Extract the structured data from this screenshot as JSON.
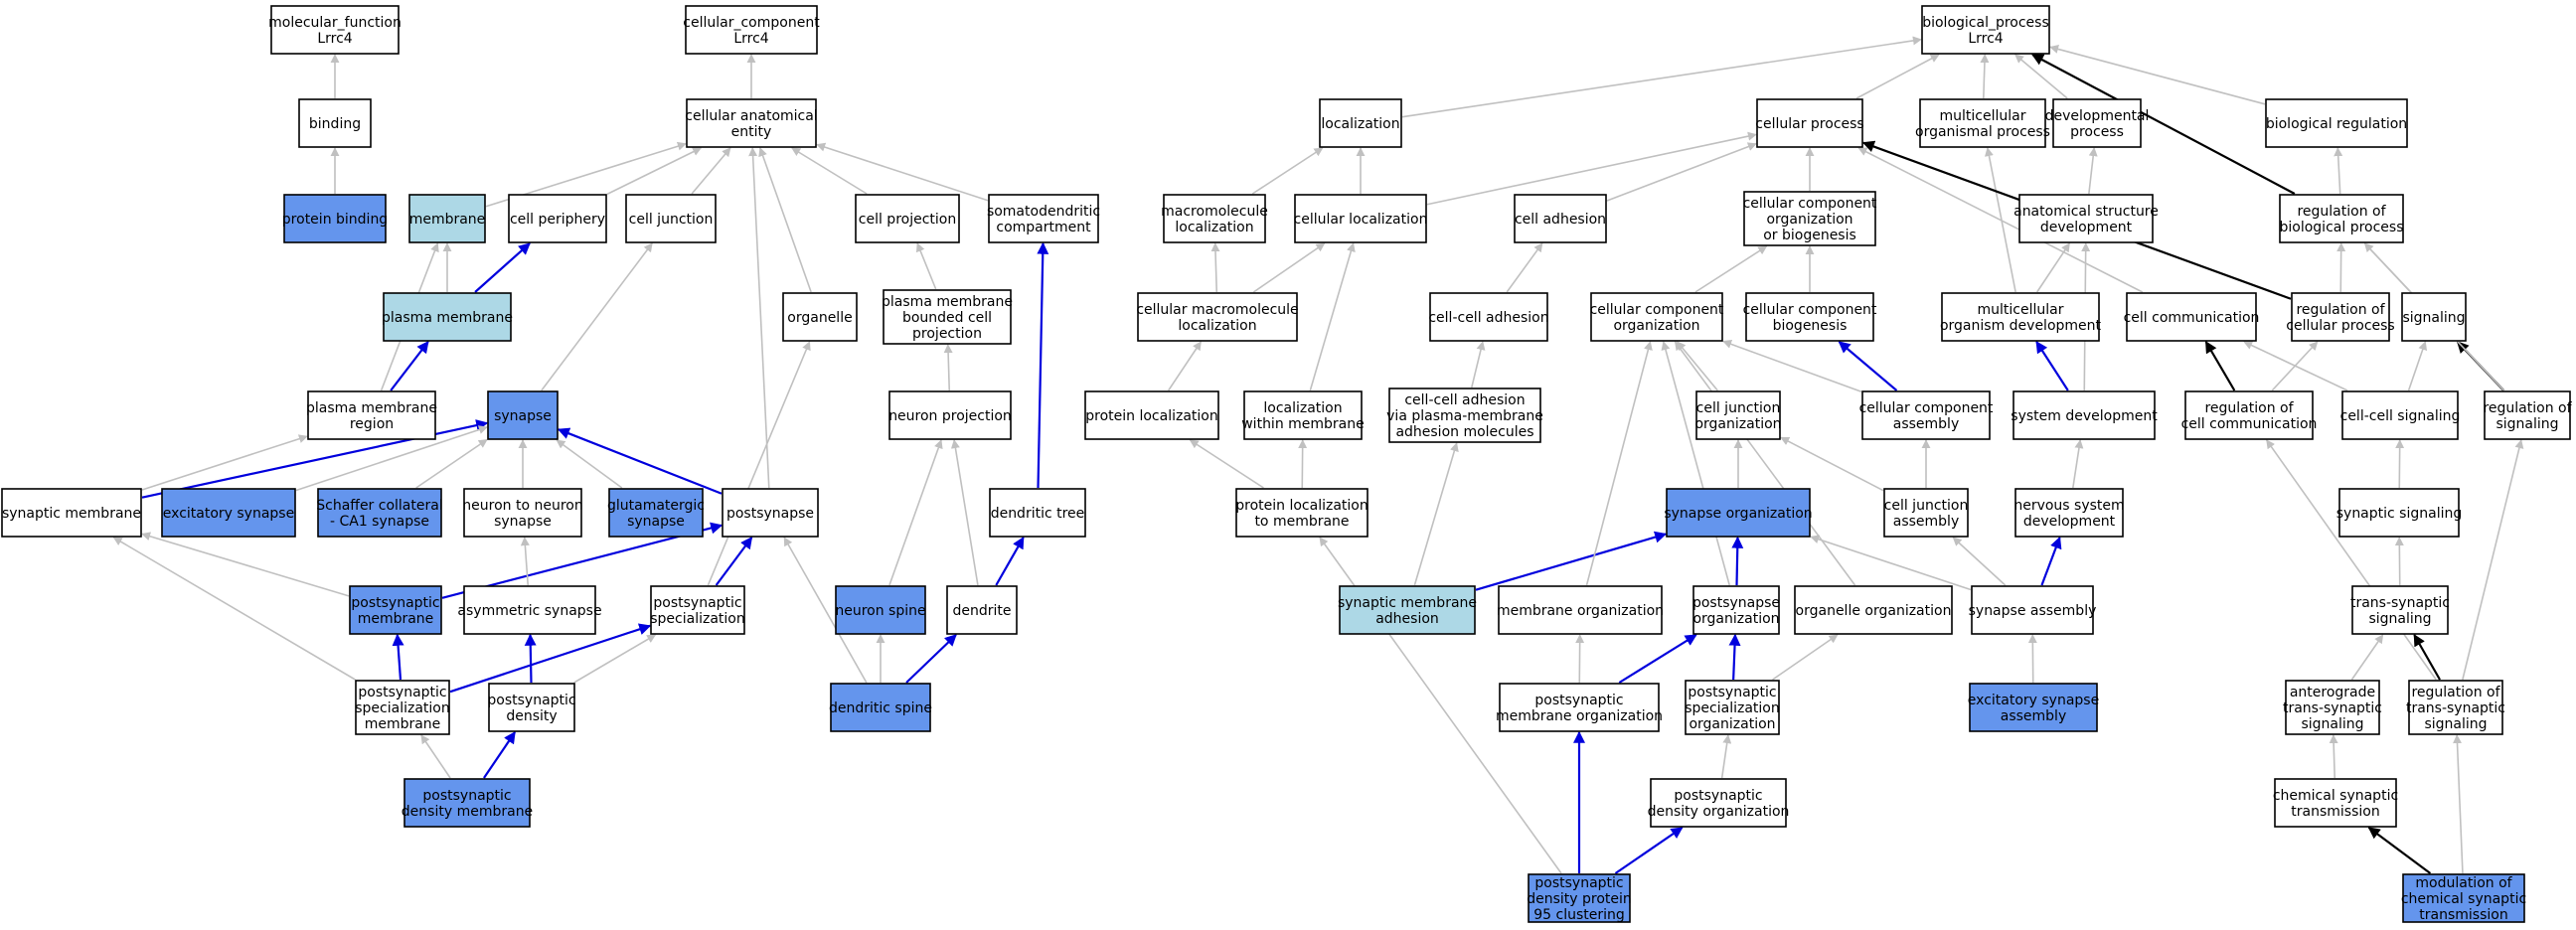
{
  "colors": {
    "white": "#ffffff",
    "light_blue": "#add8e6",
    "cornflower": "#6495ed",
    "edge_grey": "#c0c0c0",
    "edge_blue": "#0000dd",
    "edge_black": "#000000"
  },
  "nodes": [
    {
      "id": "mf",
      "lines": [
        "molecular_function",
        "Lrrc4"
      ],
      "fill": "white"
    },
    {
      "id": "binding",
      "lines": [
        "binding"
      ],
      "fill": "white"
    },
    {
      "id": "protein_binding",
      "lines": [
        "protein binding"
      ],
      "fill": "cornflower"
    },
    {
      "id": "cc",
      "lines": [
        "cellular_component",
        "Lrrc4"
      ],
      "fill": "white"
    },
    {
      "id": "cae",
      "lines": [
        "cellular anatomical",
        "entity"
      ],
      "fill": "white"
    },
    {
      "id": "membrane",
      "lines": [
        "membrane"
      ],
      "fill": "light_blue"
    },
    {
      "id": "cell_periphery",
      "lines": [
        "cell periphery"
      ],
      "fill": "white"
    },
    {
      "id": "cell_junction",
      "lines": [
        "cell junction"
      ],
      "fill": "white"
    },
    {
      "id": "cell_projection",
      "lines": [
        "cell projection"
      ],
      "fill": "white"
    },
    {
      "id": "somatodendritic",
      "lines": [
        "somatodendritic",
        "compartment"
      ],
      "fill": "white"
    },
    {
      "id": "plasma_membrane",
      "lines": [
        "plasma membrane"
      ],
      "fill": "light_blue"
    },
    {
      "id": "organelle",
      "lines": [
        "organelle"
      ],
      "fill": "white"
    },
    {
      "id": "pmbcp",
      "lines": [
        "plasma membrane",
        "bounded cell",
        "projection"
      ],
      "fill": "white"
    },
    {
      "id": "pm_region",
      "lines": [
        "plasma membrane",
        "region"
      ],
      "fill": "white"
    },
    {
      "id": "synapse",
      "lines": [
        "synapse"
      ],
      "fill": "cornflower"
    },
    {
      "id": "neuron_projection",
      "lines": [
        "neuron projection"
      ],
      "fill": "white"
    },
    {
      "id": "synaptic_membrane",
      "lines": [
        "synaptic membrane"
      ],
      "fill": "white"
    },
    {
      "id": "excitatory_synapse",
      "lines": [
        "excitatory synapse"
      ],
      "fill": "cornflower"
    },
    {
      "id": "schaffer",
      "lines": [
        "Schaffer collateral",
        "- CA1 synapse"
      ],
      "fill": "cornflower"
    },
    {
      "id": "n2n_synapse",
      "lines": [
        "neuron to neuron",
        "synapse"
      ],
      "fill": "white"
    },
    {
      "id": "glutamatergic",
      "lines": [
        "glutamatergic",
        "synapse"
      ],
      "fill": "cornflower"
    },
    {
      "id": "postsynapse",
      "lines": [
        "postsynapse"
      ],
      "fill": "white"
    },
    {
      "id": "dendritic_tree",
      "lines": [
        "dendritic tree"
      ],
      "fill": "white"
    },
    {
      "id": "postsyn_membrane",
      "lines": [
        "postsynaptic",
        "membrane"
      ],
      "fill": "cornflower"
    },
    {
      "id": "asym_synapse",
      "lines": [
        "asymmetric synapse"
      ],
      "fill": "white"
    },
    {
      "id": "postsyn_spec",
      "lines": [
        "postsynaptic",
        "specialization"
      ],
      "fill": "white"
    },
    {
      "id": "neuron_spine",
      "lines": [
        "neuron spine"
      ],
      "fill": "cornflower"
    },
    {
      "id": "dendrite",
      "lines": [
        "dendrite"
      ],
      "fill": "white"
    },
    {
      "id": "psm_spec_membrane",
      "lines": [
        "postsynaptic",
        "specialization",
        "membrane"
      ],
      "fill": "white"
    },
    {
      "id": "psd",
      "lines": [
        "postsynaptic",
        "density"
      ],
      "fill": "white"
    },
    {
      "id": "dendritic_spine",
      "lines": [
        "dendritic spine"
      ],
      "fill": "cornflower"
    },
    {
      "id": "psd_membrane",
      "lines": [
        "postsynaptic",
        "density membrane"
      ],
      "fill": "cornflower"
    },
    {
      "id": "bp",
      "lines": [
        "biological_process",
        "Lrrc4"
      ],
      "fill": "white"
    },
    {
      "id": "localization",
      "lines": [
        "localization"
      ],
      "fill": "white"
    },
    {
      "id": "cellular_process",
      "lines": [
        "cellular process"
      ],
      "fill": "white"
    },
    {
      "id": "multicell_proc",
      "lines": [
        "multicellular",
        "organismal process"
      ],
      "fill": "white"
    },
    {
      "id": "dev_process",
      "lines": [
        "developmental",
        "process"
      ],
      "fill": "white"
    },
    {
      "id": "bio_reg",
      "lines": [
        "biological regulation"
      ],
      "fill": "white"
    },
    {
      "id": "macro_loc",
      "lines": [
        "macromolecule",
        "localization"
      ],
      "fill": "white"
    },
    {
      "id": "cell_loc",
      "lines": [
        "cellular localization"
      ],
      "fill": "white"
    },
    {
      "id": "cell_adhesion",
      "lines": [
        "cell adhesion"
      ],
      "fill": "white"
    },
    {
      "id": "cc_org_biogen",
      "lines": [
        "cellular component",
        "organization",
        "or biogenesis"
      ],
      "fill": "white"
    },
    {
      "id": "anat_dev",
      "lines": [
        "anatomical structure",
        "development"
      ],
      "fill": "white"
    },
    {
      "id": "reg_bio_proc",
      "lines": [
        "regulation of",
        "biological process"
      ],
      "fill": "white"
    },
    {
      "id": "cell_macro_loc",
      "lines": [
        "cellular macromolecule",
        "localization"
      ],
      "fill": "white"
    },
    {
      "id": "cell_cell_adh",
      "lines": [
        "cell-cell adhesion"
      ],
      "fill": "white"
    },
    {
      "id": "cc_org",
      "lines": [
        "cellular component",
        "organization"
      ],
      "fill": "white"
    },
    {
      "id": "cc_biogen",
      "lines": [
        "cellular component",
        "biogenesis"
      ],
      "fill": "white"
    },
    {
      "id": "multicell_dev",
      "lines": [
        "multicellular",
        "organism development"
      ],
      "fill": "white"
    },
    {
      "id": "cell_comm",
      "lines": [
        "cell communication"
      ],
      "fill": "white"
    },
    {
      "id": "reg_cell_proc",
      "lines": [
        "regulation of",
        "cellular process"
      ],
      "fill": "white"
    },
    {
      "id": "signaling",
      "lines": [
        "signaling"
      ],
      "fill": "white"
    },
    {
      "id": "protein_loc",
      "lines": [
        "protein localization"
      ],
      "fill": "white"
    },
    {
      "id": "loc_within_mem",
      "lines": [
        "localization",
        "within membrane"
      ],
      "fill": "white"
    },
    {
      "id": "cca_plasma",
      "lines": [
        "cell-cell adhesion",
        "via plasma-membrane",
        "adhesion molecules"
      ],
      "fill": "white"
    },
    {
      "id": "cj_org",
      "lines": [
        "cell junction",
        "organization"
      ],
      "fill": "white"
    },
    {
      "id": "cc_assembly",
      "lines": [
        "cellular component",
        "assembly"
      ],
      "fill": "white"
    },
    {
      "id": "system_dev",
      "lines": [
        "system development"
      ],
      "fill": "white"
    },
    {
      "id": "reg_cell_comm",
      "lines": [
        "regulation of",
        "cell communication"
      ],
      "fill": "white"
    },
    {
      "id": "cc_signaling",
      "lines": [
        "cell-cell signaling"
      ],
      "fill": "white"
    },
    {
      "id": "reg_signaling",
      "lines": [
        "regulation of",
        "signaling"
      ],
      "fill": "white"
    },
    {
      "id": "prot_loc_mem",
      "lines": [
        "protein localization",
        "to membrane"
      ],
      "fill": "white"
    },
    {
      "id": "synapse_org",
      "lines": [
        "synapse organization"
      ],
      "fill": "cornflower"
    },
    {
      "id": "cj_assembly",
      "lines": [
        "cell junction",
        "assembly"
      ],
      "fill": "white"
    },
    {
      "id": "ns_dev",
      "lines": [
        "nervous system",
        "development"
      ],
      "fill": "white"
    },
    {
      "id": "syn_signaling",
      "lines": [
        "synaptic signaling"
      ],
      "fill": "white"
    },
    {
      "id": "syn_mem_adh",
      "lines": [
        "synaptic membrane",
        "adhesion"
      ],
      "fill": "light_blue"
    },
    {
      "id": "membrane_org",
      "lines": [
        "membrane organization"
      ],
      "fill": "white"
    },
    {
      "id": "postsyn_org",
      "lines": [
        "postsynapse",
        "organization"
      ],
      "fill": "white"
    },
    {
      "id": "organelle_org",
      "lines": [
        "organelle organization"
      ],
      "fill": "white"
    },
    {
      "id": "syn_assembly",
      "lines": [
        "synapse assembly"
      ],
      "fill": "white"
    },
    {
      "id": "trans_syn",
      "lines": [
        "trans-synaptic",
        "signaling"
      ],
      "fill": "white"
    },
    {
      "id": "psm_org",
      "lines": [
        "postsynaptic",
        "membrane organization"
      ],
      "fill": "white"
    },
    {
      "id": "ps_spec_org",
      "lines": [
        "postsynaptic",
        "specialization",
        "organization"
      ],
      "fill": "white"
    },
    {
      "id": "exc_syn_assembly",
      "lines": [
        "excitatory synapse",
        "assembly"
      ],
      "fill": "cornflower"
    },
    {
      "id": "antero_trans",
      "lines": [
        "anterograde",
        "trans-synaptic",
        "signaling"
      ],
      "fill": "white"
    },
    {
      "id": "reg_trans",
      "lines": [
        "regulation of",
        "trans-synaptic",
        "signaling"
      ],
      "fill": "white"
    },
    {
      "id": "psd_org",
      "lines": [
        "postsynaptic",
        "density organization"
      ],
      "fill": "white"
    },
    {
      "id": "chem_syn",
      "lines": [
        "chemical synaptic",
        "transmission"
      ],
      "fill": "white"
    },
    {
      "id": "psd95",
      "lines": [
        "postsynaptic",
        "density protein",
        "95 clustering"
      ],
      "fill": "cornflower"
    },
    {
      "id": "mod_chem_syn",
      "lines": [
        "modulation of",
        "chemical synaptic",
        "transmission"
      ],
      "fill": "cornflower"
    }
  ],
  "edges": [
    [
      "binding",
      "mf",
      "grey"
    ],
    [
      "protein_binding",
      "binding",
      "grey"
    ],
    [
      "cae",
      "cc",
      "grey"
    ],
    [
      "membrane",
      "cae",
      "grey"
    ],
    [
      "cell_periphery",
      "cae",
      "grey"
    ],
    [
      "cell_junction",
      "cae",
      "grey"
    ],
    [
      "cell_projection",
      "cae",
      "grey"
    ],
    [
      "somatodendritic",
      "cae",
      "grey"
    ],
    [
      "organelle",
      "cae",
      "grey"
    ],
    [
      "postsynapse",
      "cae",
      "grey"
    ],
    [
      "plasma_membrane",
      "membrane",
      "grey"
    ],
    [
      "plasma_membrane",
      "cell_periphery",
      "blue"
    ],
    [
      "pm_region",
      "plasma_membrane",
      "blue"
    ],
    [
      "pm_region",
      "membrane",
      "grey"
    ],
    [
      "synapse",
      "cell_junction",
      "grey"
    ],
    [
      "pmbcp",
      "cell_projection",
      "grey"
    ],
    [
      "neuron_projection",
      "pmbcp",
      "grey"
    ],
    [
      "dendritic_tree",
      "somatodendritic",
      "blue"
    ],
    [
      "synaptic_membrane",
      "pm_region",
      "grey"
    ],
    [
      "synaptic_membrane",
      "synapse",
      "blue"
    ],
    [
      "excitatory_synapse",
      "synapse",
      "grey"
    ],
    [
      "schaffer",
      "synapse",
      "grey"
    ],
    [
      "n2n_synapse",
      "synapse",
      "grey"
    ],
    [
      "glutamatergic",
      "synapse",
      "grey"
    ],
    [
      "postsynapse",
      "synapse",
      "blue"
    ],
    [
      "postsyn_membrane",
      "synaptic_membrane",
      "grey"
    ],
    [
      "postsyn_membrane",
      "postsynapse",
      "blue"
    ],
    [
      "asym_synapse",
      "n2n_synapse",
      "grey"
    ],
    [
      "postsyn_spec",
      "postsynapse",
      "blue"
    ],
    [
      "postsyn_spec",
      "organelle",
      "grey"
    ],
    [
      "dendrite",
      "neuron_projection",
      "grey"
    ],
    [
      "dendrite",
      "dendritic_tree",
      "blue"
    ],
    [
      "neuron_spine",
      "neuron_projection",
      "grey"
    ],
    [
      "dendritic_spine",
      "neuron_spine",
      "grey"
    ],
    [
      "dendritic_spine",
      "dendrite",
      "blue"
    ],
    [
      "dendritic_spine",
      "postsynapse",
      "grey"
    ],
    [
      "psm_spec_membrane",
      "postsyn_membrane",
      "blue"
    ],
    [
      "psm_spec_membrane",
      "postsyn_spec",
      "blue"
    ],
    [
      "psm_spec_membrane",
      "synaptic_membrane",
      "grey"
    ],
    [
      "psd",
      "asym_synapse",
      "blue"
    ],
    [
      "psd",
      "postsyn_spec",
      "grey"
    ],
    [
      "psd_membrane",
      "psd",
      "blue"
    ],
    [
      "psd_membrane",
      "psm_spec_membrane",
      "grey"
    ],
    [
      "localization",
      "bp",
      "grey"
    ],
    [
      "cellular_process",
      "bp",
      "grey"
    ],
    [
      "multicell_proc",
      "bp",
      "grey"
    ],
    [
      "dev_process",
      "bp",
      "grey"
    ],
    [
      "bio_reg",
      "bp",
      "grey"
    ],
    [
      "reg_bio_proc",
      "bp",
      "black"
    ],
    [
      "reg_bio_proc",
      "bio_reg",
      "grey"
    ],
    [
      "macro_loc",
      "localization",
      "grey"
    ],
    [
      "cell_loc",
      "localization",
      "grey"
    ],
    [
      "cell_loc",
      "cellular_process",
      "grey"
    ],
    [
      "cell_adhesion",
      "cellular_process",
      "grey"
    ],
    [
      "cc_org_biogen",
      "cellular_process",
      "grey"
    ],
    [
      "anat_dev",
      "dev_process",
      "grey"
    ],
    [
      "cell_macro_loc",
      "macro_loc",
      "grey"
    ],
    [
      "cell_macro_loc",
      "cell_loc",
      "grey"
    ],
    [
      "cell_cell_adh",
      "cell_adhesion",
      "grey"
    ],
    [
      "cc_org",
      "cc_org_biogen",
      "grey"
    ],
    [
      "cc_biogen",
      "cc_org_biogen",
      "grey"
    ],
    [
      "multicell_dev",
      "multicell_proc",
      "grey"
    ],
    [
      "multicell_dev",
      "anat_dev",
      "grey"
    ],
    [
      "cell_comm",
      "cellular_process",
      "grey"
    ],
    [
      "reg_cell_proc",
      "reg_bio_proc",
      "grey"
    ],
    [
      "reg_cell_proc",
      "cellular_process",
      "black"
    ],
    [
      "signaling",
      "reg_bio_proc",
      "grey"
    ],
    [
      "protein_loc",
      "cell_macro_loc",
      "grey"
    ],
    [
      "loc_within_mem",
      "cell_loc",
      "grey"
    ],
    [
      "cca_plasma",
      "cell_cell_adh",
      "grey"
    ],
    [
      "cj_org",
      "cc_org",
      "grey"
    ],
    [
      "cc_assembly",
      "cc_org",
      "grey"
    ],
    [
      "cc_assembly",
      "cc_biogen",
      "blue"
    ],
    [
      "system_dev",
      "multicell_dev",
      "blue"
    ],
    [
      "system_dev",
      "anat_dev",
      "grey"
    ],
    [
      "reg_cell_comm",
      "cell_comm",
      "black"
    ],
    [
      "reg_cell_comm",
      "reg_cell_proc",
      "grey"
    ],
    [
      "cc_signaling",
      "cell_comm",
      "grey"
    ],
    [
      "cc_signaling",
      "signaling",
      "grey"
    ],
    [
      "reg_signaling",
      "signaling",
      "black"
    ],
    [
      "reg_signaling",
      "reg_bio_proc",
      "grey"
    ],
    [
      "prot_loc_mem",
      "protein_loc",
      "grey"
    ],
    [
      "prot_loc_mem",
      "loc_within_mem",
      "grey"
    ],
    [
      "synapse_org",
      "cj_org",
      "grey"
    ],
    [
      "cj_assembly",
      "cj_org",
      "grey"
    ],
    [
      "cj_assembly",
      "cc_assembly",
      "grey"
    ],
    [
      "ns_dev",
      "system_dev",
      "grey"
    ],
    [
      "syn_signaling",
      "cc_signaling",
      "grey"
    ],
    [
      "syn_mem_adh",
      "cca_plasma",
      "grey"
    ],
    [
      "syn_mem_adh",
      "synapse_org",
      "blue"
    ],
    [
      "membrane_org",
      "cc_org",
      "grey"
    ],
    [
      "postsyn_org",
      "synapse_org",
      "blue"
    ],
    [
      "postsyn_org",
      "cc_org",
      "grey"
    ],
    [
      "organelle_org",
      "cc_org",
      "grey"
    ],
    [
      "syn_assembly",
      "synapse_org",
      "grey"
    ],
    [
      "syn_assembly",
      "cj_assembly",
      "grey"
    ],
    [
      "syn_assembly",
      "ns_dev",
      "blue"
    ],
    [
      "trans_syn",
      "syn_signaling",
      "grey"
    ],
    [
      "psm_org",
      "membrane_org",
      "grey"
    ],
    [
      "psm_org",
      "postsyn_org",
      "blue"
    ],
    [
      "ps_spec_org",
      "postsyn_org",
      "blue"
    ],
    [
      "ps_spec_org",
      "organelle_org",
      "grey"
    ],
    [
      "exc_syn_assembly",
      "syn_assembly",
      "grey"
    ],
    [
      "antero_trans",
      "trans_syn",
      "grey"
    ],
    [
      "reg_trans",
      "trans_syn",
      "black"
    ],
    [
      "reg_trans",
      "reg_cell_comm",
      "grey"
    ],
    [
      "reg_trans",
      "reg_signaling",
      "grey"
    ],
    [
      "psd_org",
      "ps_spec_org",
      "grey"
    ],
    [
      "chem_syn",
      "antero_trans",
      "grey"
    ],
    [
      "psd95",
      "psm_org",
      "blue"
    ],
    [
      "psd95",
      "psd_org",
      "blue"
    ],
    [
      "psd95",
      "prot_loc_mem",
      "grey"
    ],
    [
      "mod_chem_syn",
      "chem_syn",
      "black"
    ],
    [
      "mod_chem_syn",
      "reg_trans",
      "grey"
    ]
  ]
}
